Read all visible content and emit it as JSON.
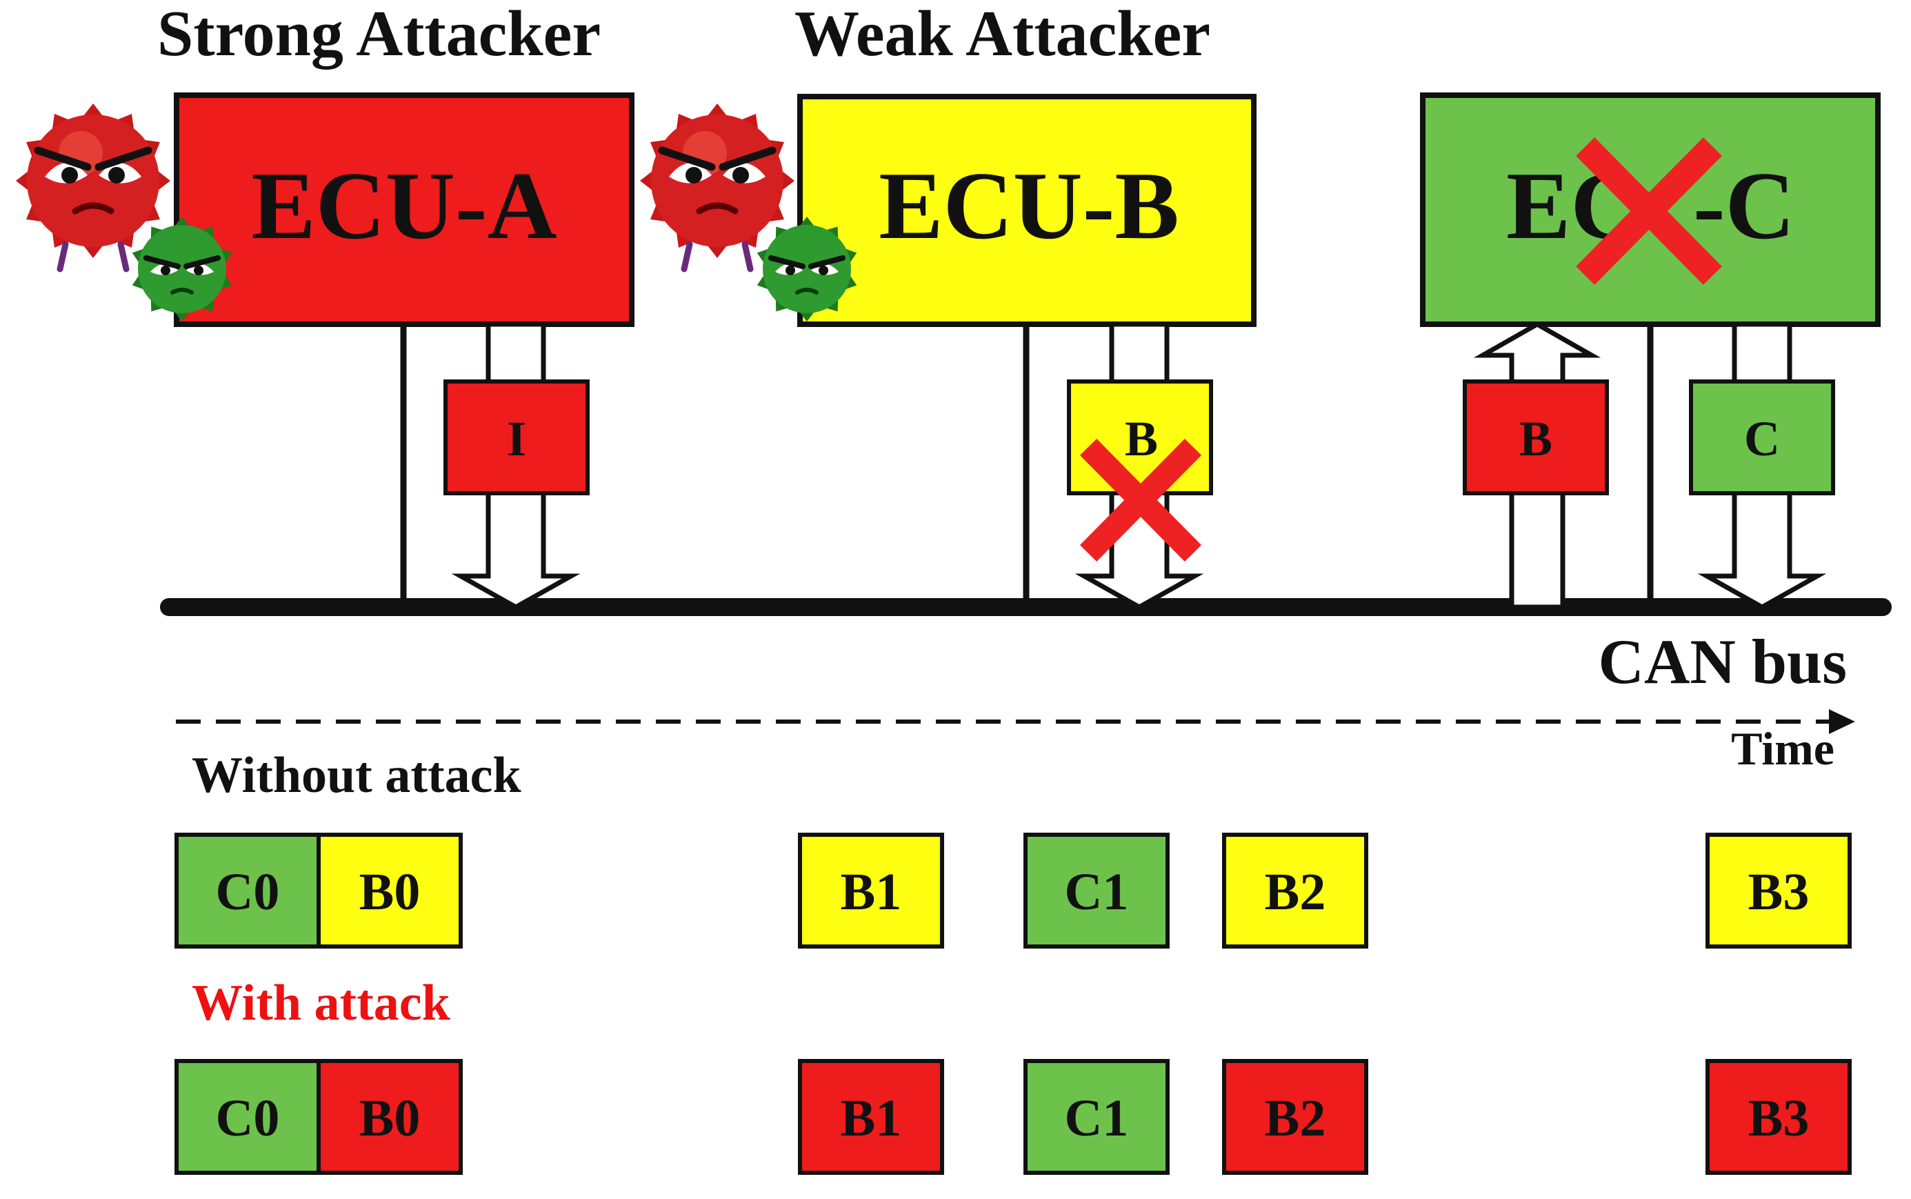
{
  "titles": {
    "strong": "Strong Attacker",
    "weak": "Weak Attacker"
  },
  "ecus": {
    "a": "ECU-A",
    "b": "ECU-B",
    "c_left": "EC",
    "c_right": "-C"
  },
  "messages": {
    "attack_a": "I",
    "b": "B",
    "b_spoofed": "B",
    "c": "C"
  },
  "bus_label": "CAN bus",
  "time_label": "Time",
  "timeline": {
    "without_label": "Without attack",
    "with_label": "With attack",
    "without": [
      "C0",
      "B0",
      "B1",
      "C1",
      "B2",
      "B3"
    ],
    "with": [
      "C0",
      "B0",
      "B1",
      "C1",
      "B2",
      "B3"
    ]
  },
  "colors": {
    "red": "#ee1c1c",
    "yellow": "#ffff11",
    "green": "#6dc24b",
    "cross": "#ee2222",
    "attack_label": "#ee1111"
  },
  "icons": [
    "red-virus-icon",
    "green-virus-icon",
    "cross-mark-icon",
    "arrow-down-icon",
    "arrow-up-icon"
  ]
}
